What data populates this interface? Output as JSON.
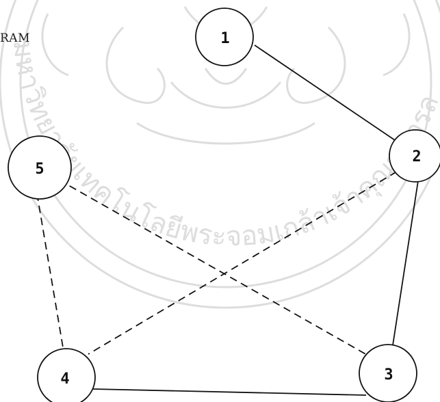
{
  "diagram": {
    "label_fragment": "RAM",
    "nodes": [
      {
        "id": "1",
        "label": "1"
      },
      {
        "id": "2",
        "label": "2"
      },
      {
        "id": "3",
        "label": "3"
      },
      {
        "id": "4",
        "label": "4"
      },
      {
        "id": "5",
        "label": "5"
      }
    ],
    "edges": [
      {
        "from": "1",
        "to": "2",
        "style": "solid"
      },
      {
        "from": "2",
        "to": "3",
        "style": "solid"
      },
      {
        "from": "3",
        "to": "4",
        "style": "solid"
      },
      {
        "from": "2",
        "to": "4",
        "style": "dashed"
      },
      {
        "from": "5",
        "to": "3",
        "style": "dashed"
      },
      {
        "from": "5",
        "to": "4",
        "style": "dashed"
      }
    ]
  },
  "watermark": {
    "text": "มหาวิทยาลัยเทคโนโลยีพระจอมเกล้าเจ้าคุณทหารลาดกระบัง",
    "color": "#d9d9d9"
  }
}
